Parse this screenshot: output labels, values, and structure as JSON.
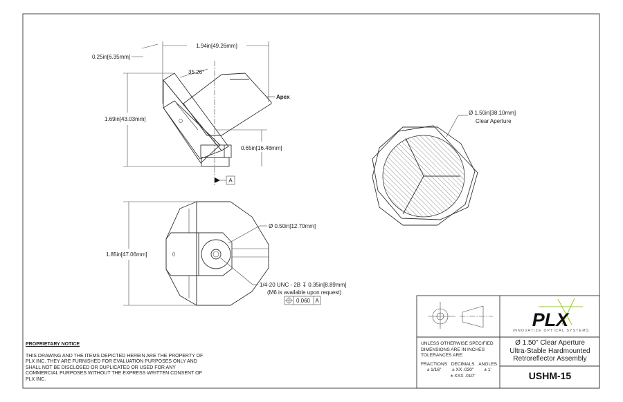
{
  "side_view": {
    "width_dim": "1.94in[49.26mm]",
    "thickness_dim": "0.25in[6.35mm]",
    "angle_dim": "35.26°",
    "apex_label": "Apex",
    "height_dim": "1.69in[43.03mm]",
    "apex_height_dim": "0.65in[16.48mm]",
    "datum_label": "A"
  },
  "front_view": {
    "aperture_dim": "Ø 1.50in[38.10mm]",
    "aperture_label": "Clear Aperture"
  },
  "bottom_view": {
    "height_dim": "1.85in[47.06mm]",
    "boss_dim": "Ø 0.50in[12.70mm]",
    "thread_dim": "1/4-20 UNC - 2B ↧ 0.35in[8.89mm]",
    "thread_note": "(M6 is available upon request)",
    "tolerance_value": "0.060",
    "tolerance_datum": "A"
  },
  "notice": {
    "heading": "PROPRIETARY NOTICE",
    "body": "THIS DRAWING AND THE ITEMS DEPICTED HEREIN ARE THE PROPERTY OF PLX INC. THEY ARE FURNISHED FOR EVALUATION PURPOSES ONLY AND SHALL NOT BE DISCLOSED OR DUPLICATED OR USED FOR ANY COMMERCIAL PURPOSES WITHOUT THE EXPRESS WRITTEN CONSENT OF PLX INC."
  },
  "title_block": {
    "logo_text": "PLX",
    "tagline": "INNOVATIZE OPTICAL SYSTEMS",
    "tolerance_heading": "UNLESS OTHERWISE SPECIFIED DIMENSIONS ARE IN INCHES TOLERANCES ARE:",
    "fractions_label": "FRACTIONS",
    "fractions_value": "± 1/16\"",
    "decimals_label": "DECIMALS",
    "decimals_value_1": "± XX  .030\"",
    "decimals_value_2": "± XXX .010\"",
    "angles_label": "ANGLES",
    "angles_value": "± 1'",
    "description_1": "Ø 1.50\" Clear Aperture",
    "description_2": "Ultra-Stable Hardmounted",
    "description_3": "Retroreflector Assembly",
    "part_number": "USHM-15"
  },
  "colors": {
    "logo_accent": "#8fd400"
  }
}
